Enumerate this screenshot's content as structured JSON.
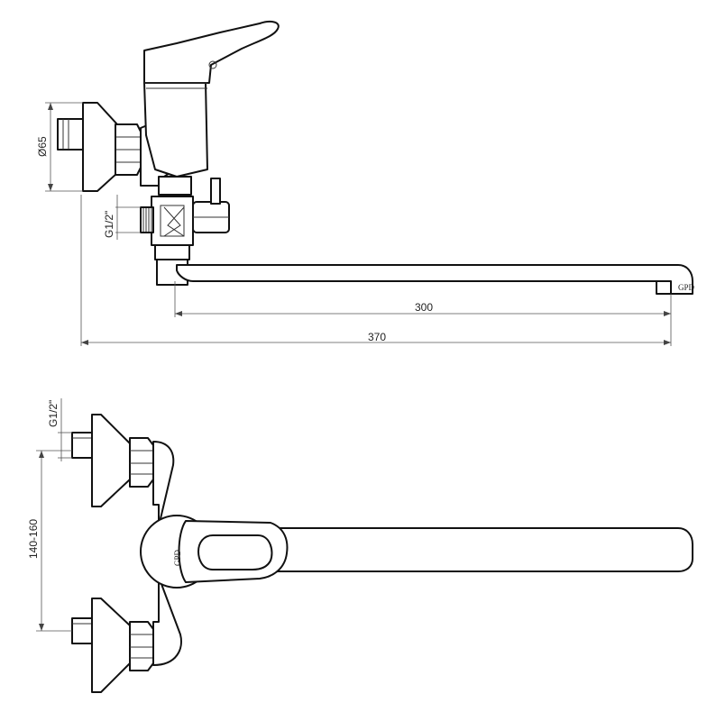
{
  "dimensions": {
    "side_flange_diameter": "Ø65",
    "side_inlet_thread": "G1/2\"",
    "spout_reach": "300",
    "overall_length": "370",
    "front_inlet_thread": "G1/2\"",
    "inlet_spacing": "140-160"
  },
  "logo": "GPD"
}
